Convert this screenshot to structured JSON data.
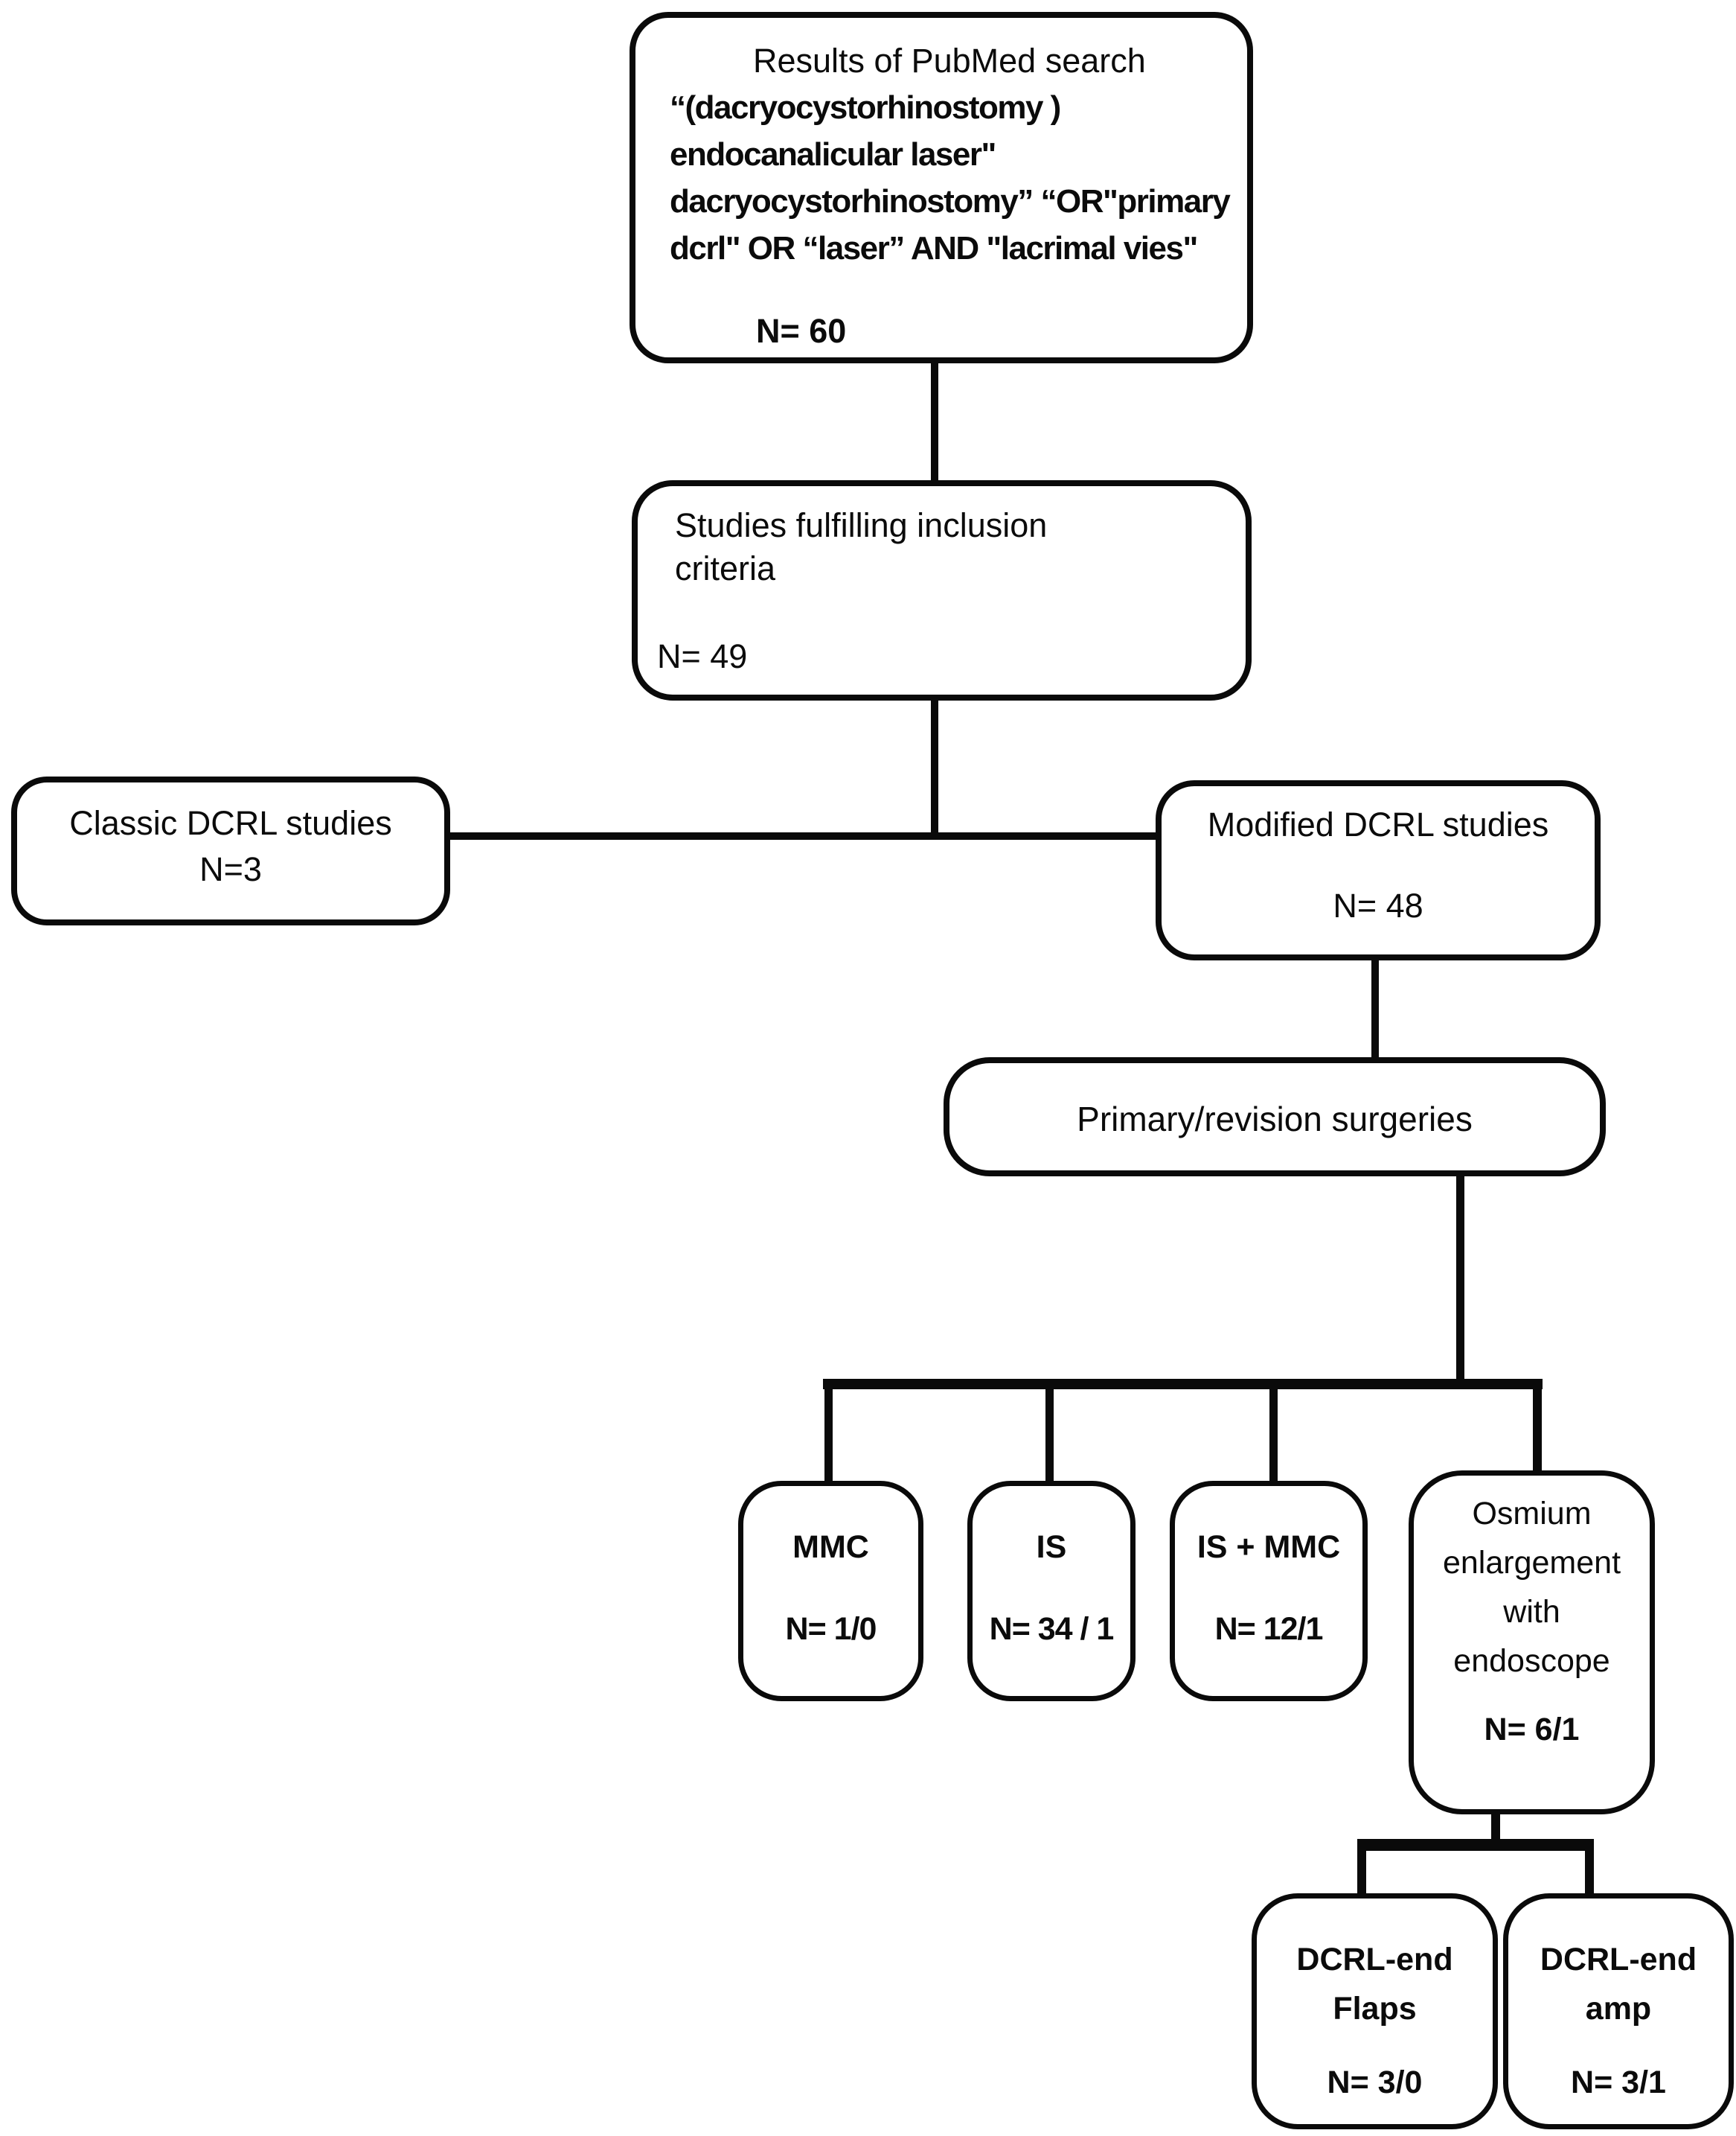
{
  "figure": {
    "type": "flowchart",
    "background": "#ffffff",
    "line_color": "#0a0a0a",
    "text_color": "#0b0b0b"
  },
  "nodes": {
    "results": {
      "lines": [
        "Results of PubMed search",
        "“(dacryocystorhinostomy )",
        "endocanalicular laser\"",
        "dacryocystorhinostomy” “OR\"primary",
        "dcrl\" OR “laser” AND \"lacrimal vies\""
      ],
      "n": "N= 60"
    },
    "studies": {
      "lines": [
        "Studies fulfilling inclusion",
        "criteria"
      ],
      "n": "N= 49"
    },
    "classic": {
      "label": "Classic DCRL studies",
      "n": "N=3"
    },
    "modified": {
      "label": "Modified DCRL studies",
      "n": "N= 48"
    },
    "primary": {
      "label": "Primary/revision surgeries"
    },
    "mmc": {
      "label": "MMC",
      "n": "N= 1/0"
    },
    "is": {
      "label": "IS",
      "n": "N= 34 / 1"
    },
    "ismmc": {
      "label": "IS + MMC",
      "n": "N= 12/1"
    },
    "osmium": {
      "lines": [
        "Osmium",
        "enlargement",
        "with",
        "endoscope"
      ],
      "n": "N= 6/1"
    },
    "flaps": {
      "lines": [
        "DCRL-end",
        "Flaps"
      ],
      "n": "N= 3/0"
    },
    "amp": {
      "lines": [
        "DCRL-end",
        "amp"
      ],
      "n": "N= 3/1"
    }
  },
  "edges": [
    {
      "from": "results",
      "to": "studies"
    },
    {
      "from": "studies",
      "to": "classic"
    },
    {
      "from": "studies",
      "to": "modified"
    },
    {
      "from": "modified",
      "to": "primary"
    },
    {
      "from": "primary",
      "to": "mmc"
    },
    {
      "from": "primary",
      "to": "is"
    },
    {
      "from": "primary",
      "to": "ismmc"
    },
    {
      "from": "primary",
      "to": "osmium"
    },
    {
      "from": "osmium",
      "to": "flaps"
    },
    {
      "from": "osmium",
      "to": "amp"
    }
  ]
}
